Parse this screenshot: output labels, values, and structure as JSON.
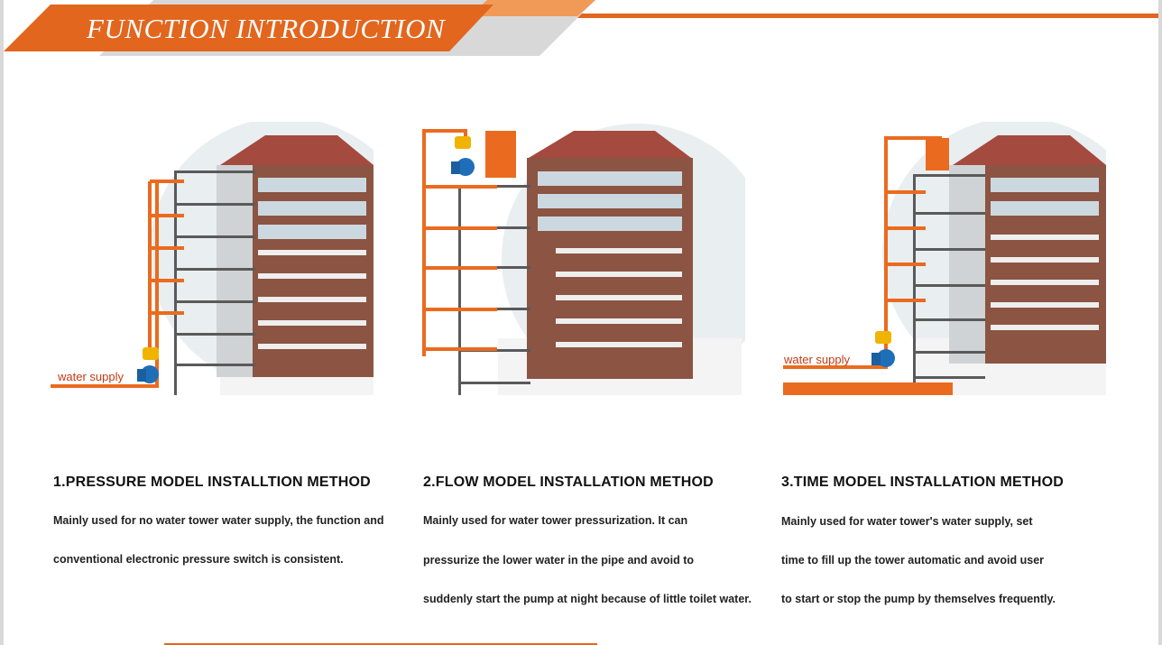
{
  "header": {
    "title": "FUNCTION INTRODUCTION"
  },
  "sections": [
    {
      "heading": "1.PRESSURE MODEL INSTALLTION METHOD",
      "lines": [
        "Mainly used for no water tower water supply, the function and",
        "conventional electronic pressure switch is consistent."
      ],
      "illustration_label": "water supply"
    },
    {
      "heading": "2.FLOW MODEL INSTALLATION METHOD",
      "lines": [
        "Mainly used for water tower pressurization. It can",
        "pressurize the lower water in the pipe and avoid to",
        "suddenly start the pump at night because of little toilet water."
      ]
    },
    {
      "heading": "3.TIME MODEL INSTALLATION METHOD",
      "lines": [
        "Mainly used for water tower's water supply, set",
        "time to fill up the tower automatic and avoid user",
        "to start or stop the pump by themselves frequently."
      ],
      "illustration_label": "water supply"
    }
  ],
  "colors": {
    "accent": "#e2661e",
    "pump_blue": "#1f6fb8",
    "pump_yellow": "#f0b400",
    "gray": "#d9d9d9"
  }
}
